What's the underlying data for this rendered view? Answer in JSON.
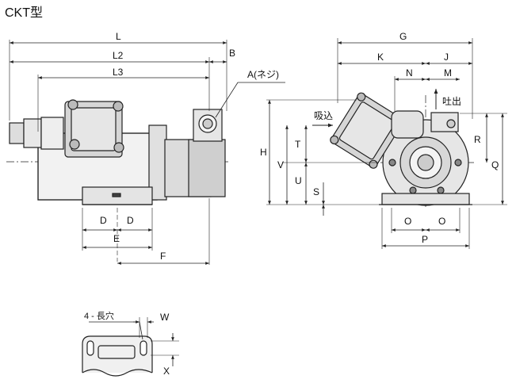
{
  "title": "CKT型",
  "labels": {
    "L": "L",
    "L2": "L2",
    "L3": "L3",
    "B": "B",
    "A": "A(ネジ)",
    "D1": "D",
    "D2": "D",
    "E": "E",
    "F": "F",
    "G": "G",
    "K": "K",
    "J": "J",
    "N": "N",
    "M": "M",
    "suction": "吸込",
    "discharge": "吐出",
    "H": "H",
    "V": "V",
    "T": "T",
    "U": "U",
    "S": "S",
    "R": "R",
    "Q": "Q",
    "O1": "O",
    "O2": "O",
    "P": "P",
    "slot": "4 - 長穴",
    "W": "W",
    "X": "X"
  }
}
